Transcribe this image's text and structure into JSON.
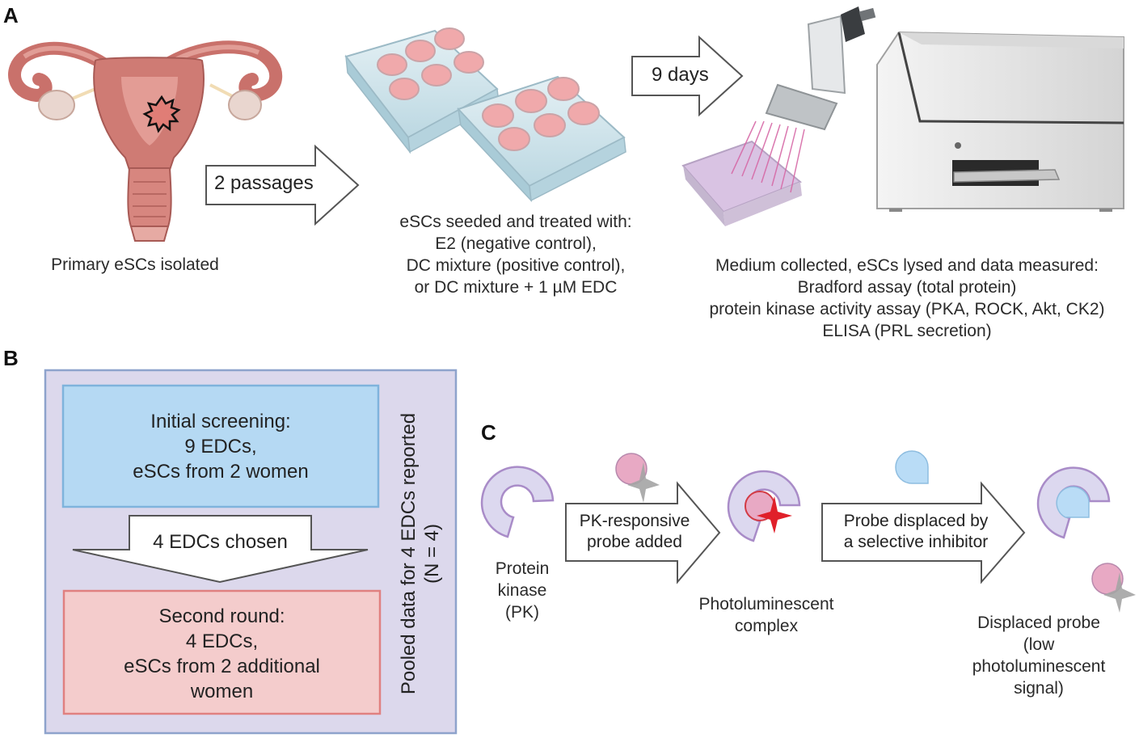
{
  "panels": {
    "a": {
      "letter": "A",
      "arrow1_label": "2 passages",
      "arrow2_label": "9 days",
      "caption_uterus": "Primary eSCs isolated",
      "caption_plates": [
        "eSCs seeded and treated with:",
        "E2 (negative control),",
        "DC mixture (positive control),",
        "or DC mixture + 1 µM EDC"
      ],
      "caption_assay": [
        "Medium collected, eSCs lysed and data measured:",
        "Bradford assay (total protein)",
        "protein kinase activity assay (PKA, ROCK, Akt, CK2)",
        "ELISA (PRL secretion)"
      ]
    },
    "b": {
      "letter": "B",
      "box1": [
        "Initial screening:",
        "9 EDCs,",
        "eSCs from 2 women"
      ],
      "arrow_label": "4 EDCs chosen",
      "box2": [
        "Second round:",
        "4 EDCs,",
        "eSCs from 2 additional",
        "women"
      ],
      "side_label": [
        "Pooled data for 4 EDCs reported",
        "(N = 4)"
      ]
    },
    "c": {
      "letter": "C",
      "kinase_label": [
        "Protein",
        "kinase",
        "(PK)"
      ],
      "arrow1_label": [
        "PK-responsive",
        "probe added"
      ],
      "complex_label": [
        "Photoluminescent",
        "complex"
      ],
      "arrow2_label": [
        "Probe displaced by",
        "a selective inhibitor"
      ],
      "displaced_label": [
        "Displaced probe",
        "(low",
        "photoluminescent",
        "signal)"
      ]
    }
  },
  "colors": {
    "arrow_stroke": "#555555",
    "box_outer_fill": "#dcd8ec",
    "box_outer_stroke": "#8ea3cc",
    "box_blue_fill": "#b5d9f3",
    "box_blue_stroke": "#7fb3dc",
    "box_red_fill": "#f4cccc",
    "box_red_stroke": "#e08080",
    "kinase_fill": "#dcd8ef",
    "kinase_stroke": "#a98cc8",
    "probe_pink": "#e8a9c4",
    "inhibitor_blue": "#b9dcf6",
    "uterus_pink": "#cf7b74",
    "well_pink": "#f0a9ab",
    "star_red": "#e0202a"
  },
  "icons": [
    "uterus-icon",
    "well-plate-icon",
    "multichannel-pipette-icon",
    "plate-reader-icon",
    "kinase-icon",
    "probe-icon",
    "inhibitor-icon",
    "star-icon"
  ]
}
